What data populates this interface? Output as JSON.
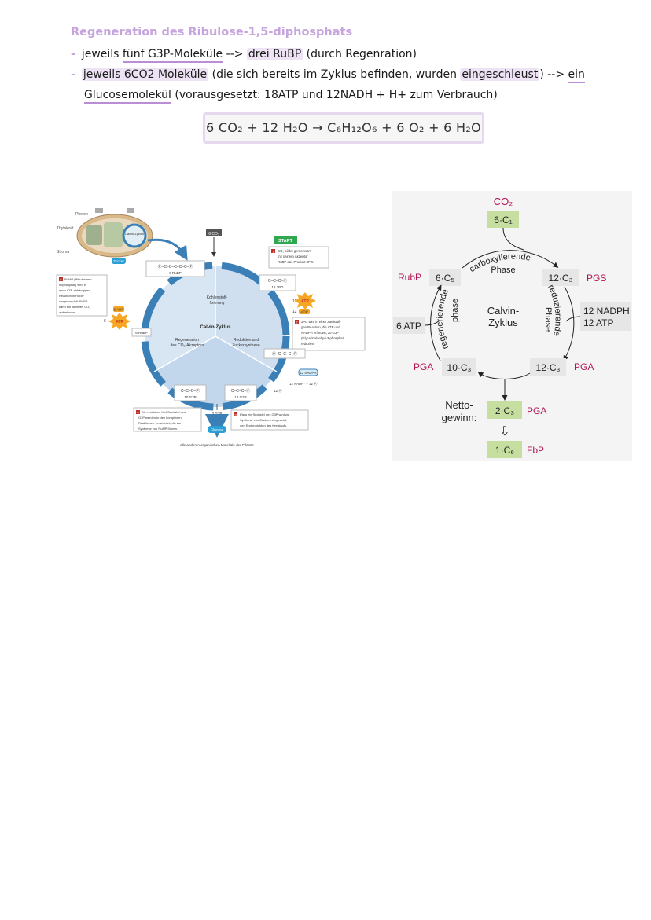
{
  "notes": {
    "heading": "Regeneration des Ribulose-1,5-diphosphats",
    "line1": {
      "dash": "-",
      "a": "jeweils ",
      "b": "fünf G3P-Moleküle",
      "c": " --> ",
      "d": "drei RuBP",
      "e": " (durch Regenration)"
    },
    "line2": {
      "dash": "-",
      "a": "jeweils 6CO2 Moleküle",
      "b": " (die sich bereits im Zyklus befinden, wurden ",
      "c": "eingeschleust",
      "d": ") --> ",
      "e": "ein"
    },
    "line3": {
      "a": "Glucosemolekül",
      "b": " (vorausgesetzt: 18ATP und 12NADH + H+ zum Verbrauch)"
    },
    "equation": "6 CO₂ + 12 H₂O → C₆H₁₂O₆ + 6 O₂ + 6 H₂O"
  },
  "left_diagram": {
    "photon": "Photon",
    "thylakoid": "Thylakoid",
    "stroma": "Stroma",
    "zucker": "Zucker",
    "calvin_small": "Calvin-Zyklus",
    "co2_in": "6 CO₂",
    "start": "START",
    "step1": [
      "CO₂ bildet gemeinsam",
      "mit seinem Akzeptor",
      "RuBP das Produkt 3PG."
    ],
    "rubp_chain": "Ⓟ–C–C–C–C–C–Ⓟ",
    "rubp_label": "6 RuBP",
    "pg_chain": "C–C–C–Ⓟ",
    "pg_label": "12 3PG",
    "atp12": "12",
    "atp": "ATP",
    "adp12": "12",
    "adp": "ADP",
    "step2": [
      "3PG wird in einer zweistufi-",
      "gen Reaktion, die ATP und",
      "NADPH erfordert, zu G3P",
      "(Glycerinaldehyd-3-phosphat)",
      "reduziert."
    ],
    "bpg_chain": "Ⓟ–C–C–C–Ⓟ",
    "nadph": "12 NADPH",
    "nadp": "12 NADP⁺ + 12 Ⓟ",
    "fixierung": [
      "Kohlenstoff-",
      "fixierung"
    ],
    "calvin_center": "Calvin-Zyklus",
    "regeneration": [
      "Regeneration",
      "des CO₂-Akzeptors"
    ],
    "reduktion": [
      "Reduktion und",
      "Zuckersynthese"
    ],
    "rubp6": "6 RuBP",
    "adp6": "6 ADP",
    "atp6": "6",
    "atp6b": "ATP",
    "step5": [
      "RuMP (Ribulosemo-",
      "nophosphat) wird in",
      "einer ATP-abhängigen",
      "Reaktion in RuBP",
      "umgewandelt. RuBP",
      "kann ein weiteres CO₂",
      "aufnehmen."
    ],
    "g3p10_chain": "C–C–C–Ⓟ",
    "g3p10_label": "10 G3P",
    "g3p12_chain": "C–C–C–Ⓟ",
    "g3p12_label": "12 G3P",
    "pi12": "12 Ⓟ",
    "g3p2": "2 G3P",
    "glucose": "Glucose",
    "step4": [
      "Die restlichen fünf Sechstel des",
      "G3P werden in den komplexen",
      "Reaktionen verarbeitet, die zur",
      "Synthese von RuMP führen."
    ],
    "step3": [
      "Etwa ein Sechstel des G3P wird zur",
      "Synthese von Zuckern eingesetzt,",
      "den Endprodukten des Kreislaufs."
    ],
    "other": "alle anderen organischen Moleküle der Pflanze",
    "num1": "1",
    "num2": "2",
    "num3": "3",
    "num4": "4",
    "num5": "5"
  },
  "right_diagram": {
    "co2": "CO₂",
    "c6": "6·C₁",
    "carbox": "carboxylierende",
    "phase_top": "Phase",
    "rubp_name": "RubP",
    "c5": "6·C₅",
    "c3_right": "12·C₃",
    "pgs": "PGS",
    "calvin": "Calvin-",
    "zyklus": "Zyklus",
    "regen": "regenerierende",
    "phase_left": "phase",
    "reduz": "reduzierende",
    "phase_right": "Phase",
    "atp6": "6 ATP",
    "nadph": "12 NADPH",
    "atp12": "12 ATP",
    "pga_left": "PGA",
    "c10": "10·C₃",
    "c12b": "12·C₃",
    "pga_right": "PGA",
    "netto1": "Netto-",
    "netto2": "gewinn:",
    "c2": "2·C₃",
    "pga3": "PGA",
    "arrow": "⇩",
    "c1c6": "1·C₆",
    "fbp": "FbP"
  },
  "colors": {
    "accent": "#c6a4dd",
    "magenta": "#b01656",
    "green_box": "#c6dfa0",
    "grey_box": "#e6e6e6"
  }
}
